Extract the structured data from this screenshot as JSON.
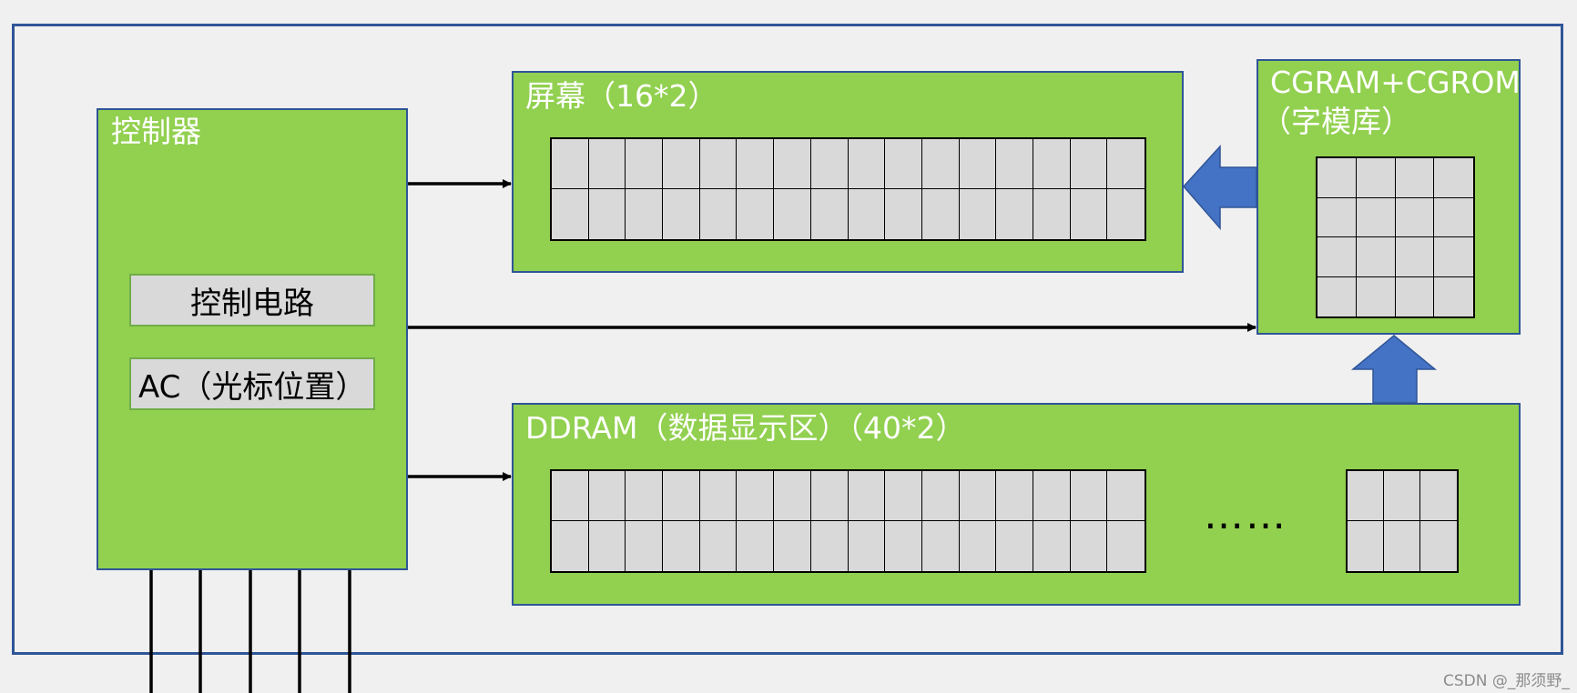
{
  "controller": {
    "title": "控制器",
    "circuit_label": "控制电路",
    "ac_label": "AC（光标位置）"
  },
  "screen": {
    "title": "屏幕（16*2）",
    "cols": 16,
    "rows": 2
  },
  "cgram": {
    "title_line1": "CGRAM+CGROM",
    "title_line2": "（字模库）",
    "cols": 4,
    "rows": 4
  },
  "ddram": {
    "title": "DDRAM（数据显示区）（40*2）",
    "cols_first": 16,
    "cols_last": 3,
    "rows": 2,
    "ellipsis": "……"
  },
  "colors": {
    "block": "#92d050",
    "border": "#2f5597",
    "cell": "#d9d9d9",
    "arrow": "#4472c4"
  },
  "watermark": "CSDN @_那须野_"
}
